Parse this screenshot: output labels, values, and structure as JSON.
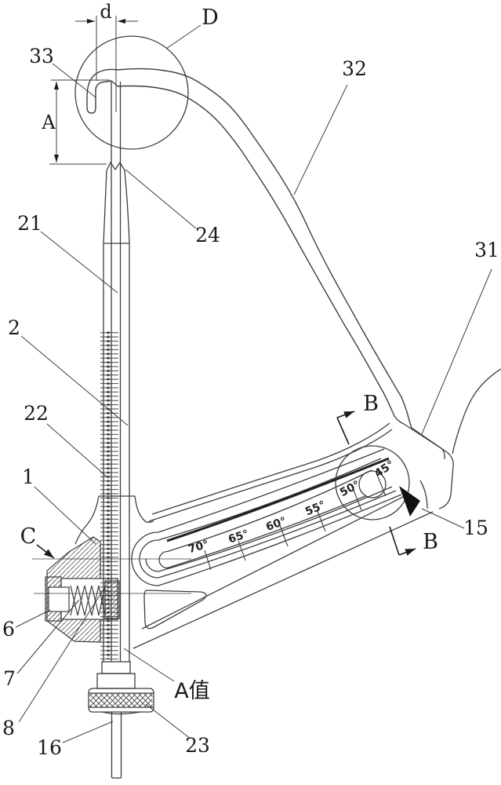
{
  "figure": {
    "background": "#ffffff",
    "line_color": "#3d3d3d",
    "part_labels": {
      "p1": "1",
      "p2": "2",
      "p6": "6",
      "p7": "7",
      "p8": "8",
      "p15": "15",
      "p16": "16",
      "p21": "21",
      "p22": "22",
      "p23": "23",
      "p24": "24",
      "p31": "31",
      "p32": "32",
      "p33": "33"
    },
    "dimension_labels": {
      "d": "d",
      "a": "A",
      "a_value": "A值"
    },
    "view_labels": {
      "detail_circle": "D",
      "direction_c": "C",
      "section_b_top": "B",
      "section_b_bottom": "B"
    },
    "angle_scale": {
      "marks": [
        "70°",
        "65°",
        "60°",
        "55°",
        "50°",
        "45°"
      ]
    }
  }
}
